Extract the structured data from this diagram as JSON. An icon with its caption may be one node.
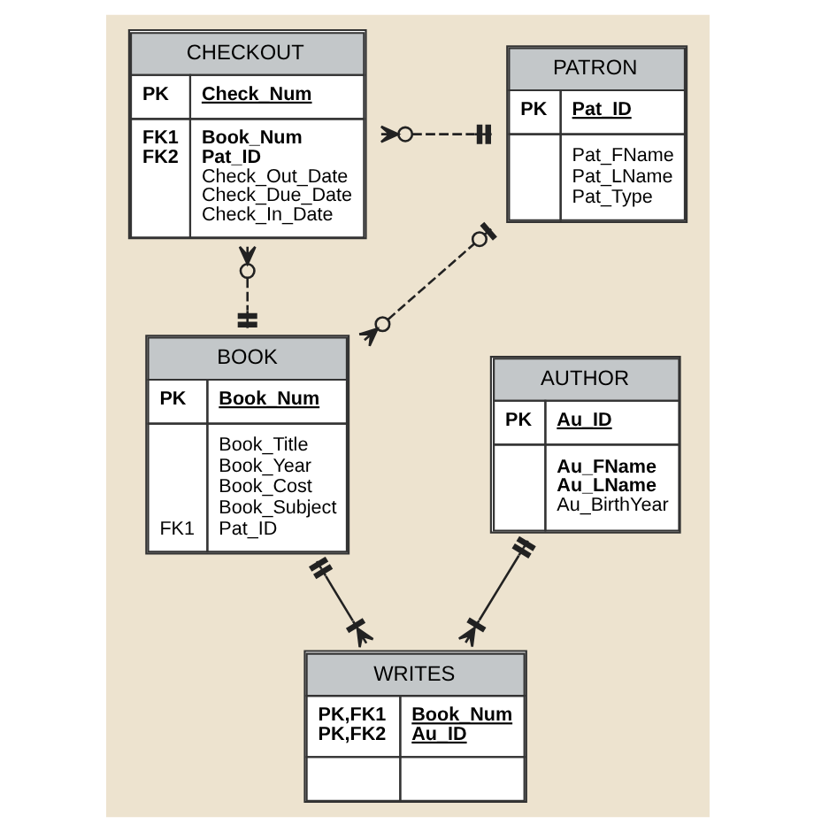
{
  "diagram": {
    "nodes": [
      {
        "text": [
          "CHECKOUT",
          "PK",
          "Check_Num",
          "FK1",
          "Book_Num",
          "FK2",
          "Pat_ID",
          "Check_Out_Date",
          "Check_Due_Date",
          "Check_In_Date"
        ]
      },
      {
        "text": [
          "PATRON",
          "PK",
          "Pat_ID",
          "Pat_FName",
          "Pat_LName",
          "Pat_Type"
        ]
      },
      {
        "text": [
          "BOOK",
          "PK",
          "Book_Num",
          "Book_Title",
          "Book_Year",
          "Book_Cost",
          "Book_Subject",
          "FK1",
          "Pat_ID"
        ]
      },
      {
        "text": [
          "AUTHOR",
          "PK",
          "Au_ID",
          "Au_FName",
          "Au_LName",
          "Au_BirthYear"
        ]
      },
      {
        "text": [
          "WRITES",
          "PK,FK1",
          "Book_Num",
          "PK,FK2",
          "Au_ID"
        ]
      }
    ],
    "edges": [
      {
        "from": 0,
        "to": 1,
        "arrow": "other",
        "style": "dashed"
      },
      {
        "from": 0,
        "to": 2,
        "arrow": "other",
        "style": "dashed"
      },
      {
        "from": 2,
        "to": 1,
        "arrow": "other",
        "style": "dashed"
      },
      {
        "from": 2,
        "to": 4,
        "arrow": "other"
      },
      {
        "from": 3,
        "to": 4,
        "arrow": "other"
      }
    ]
  }
}
